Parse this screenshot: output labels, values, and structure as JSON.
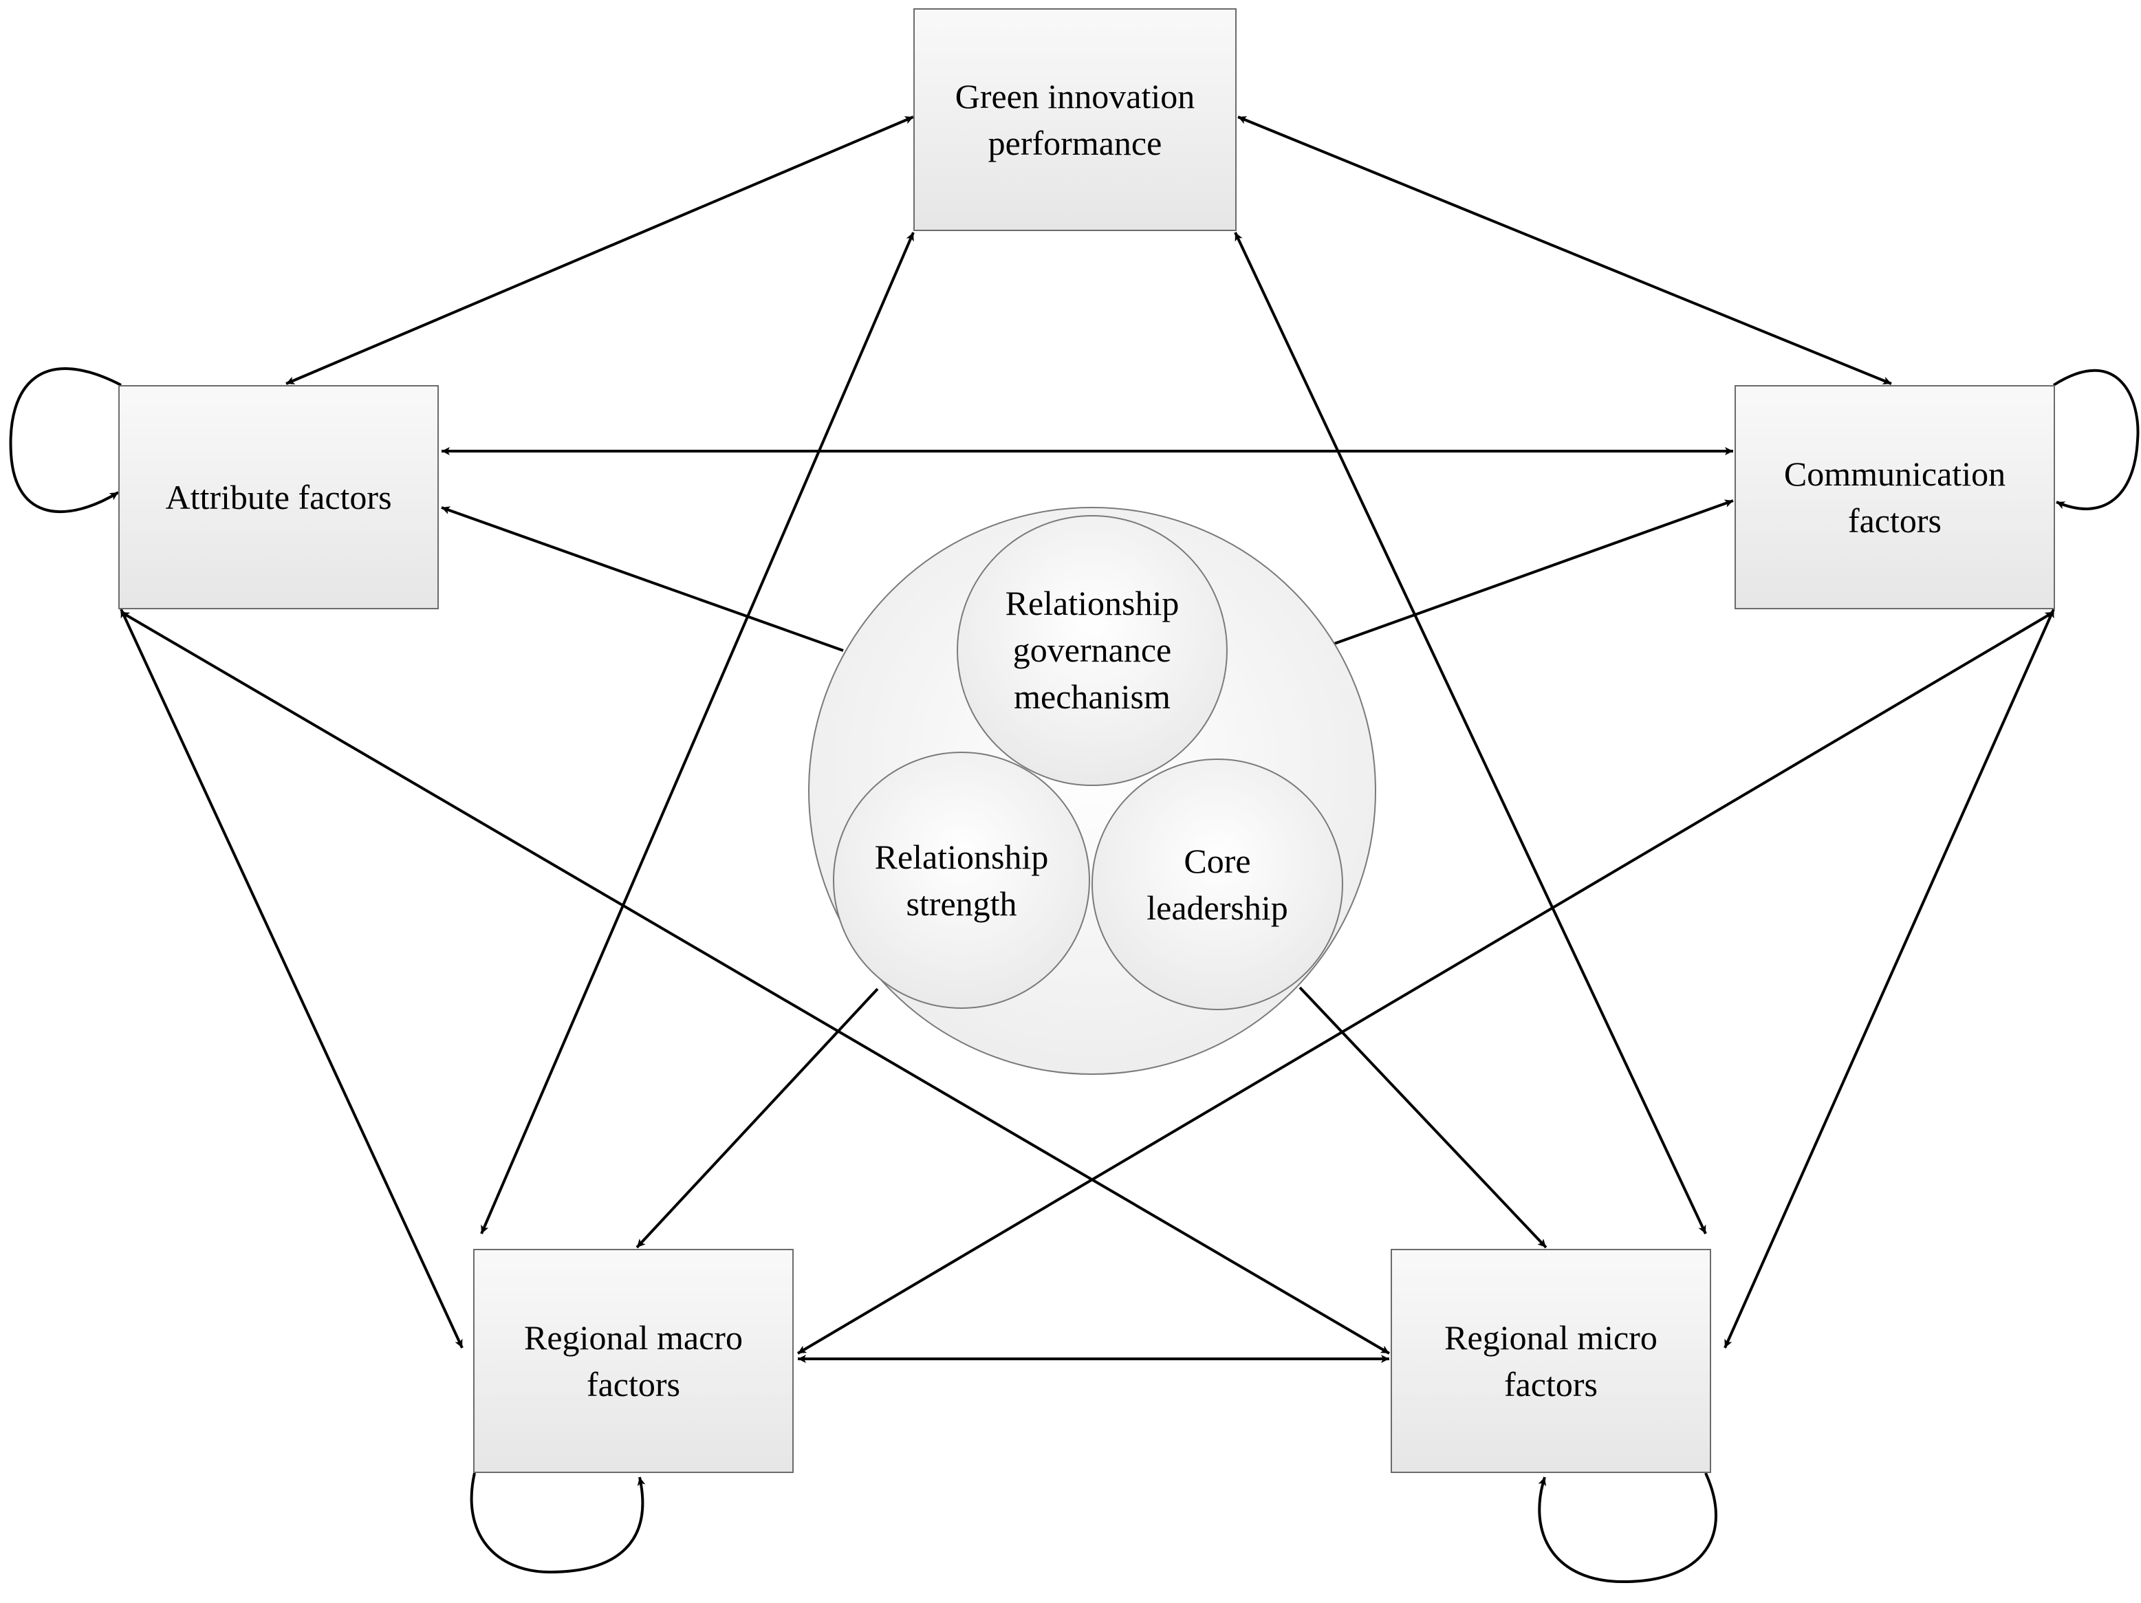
{
  "nodes": {
    "green_innovation": {
      "label": "Green innovation\nperformance"
    },
    "attribute": {
      "label": "Attribute factors"
    },
    "communication": {
      "label": "Communication\nfactors"
    },
    "regional_macro": {
      "label": "Regional macro\nfactors"
    },
    "regional_micro": {
      "label": "Regional micro\nfactors"
    }
  },
  "center": {
    "governance": {
      "label": "Relationship\ngovernance\nmechanism"
    },
    "strength": {
      "label": "Relationship\nstrength"
    },
    "leadership": {
      "label": "Core\nleadership"
    }
  },
  "colors": {
    "line": "#000000",
    "box_border": "#6b6b6b",
    "circle_border": "#7a7a7a"
  },
  "edges": [
    {
      "from": "attribute",
      "to": "green_innovation",
      "type": "bidirectional"
    },
    {
      "from": "green_innovation",
      "to": "communication",
      "type": "bidirectional"
    },
    {
      "from": "attribute",
      "to": "communication",
      "type": "bidirectional"
    },
    {
      "from": "regional_macro",
      "to": "regional_micro",
      "type": "bidirectional"
    },
    {
      "from": "attribute",
      "to": "regional_macro",
      "type": "bidirectional"
    },
    {
      "from": "communication",
      "to": "regional_micro",
      "type": "bidirectional"
    },
    {
      "from": "green_innovation",
      "to": "regional_macro",
      "type": "bidirectional"
    },
    {
      "from": "green_innovation",
      "to": "regional_micro",
      "type": "bidirectional"
    },
    {
      "from": "attribute",
      "to": "regional_micro",
      "type": "bidirectional"
    },
    {
      "from": "communication",
      "to": "regional_macro",
      "type": "bidirectional"
    },
    {
      "from": "center",
      "to": "attribute",
      "type": "directed"
    },
    {
      "from": "center",
      "to": "communication",
      "type": "directed"
    },
    {
      "from": "center",
      "to": "regional_macro",
      "type": "directed"
    },
    {
      "from": "center",
      "to": "regional_micro",
      "type": "directed"
    },
    {
      "from": "attribute",
      "to": "attribute",
      "type": "self-loop"
    },
    {
      "from": "communication",
      "to": "communication",
      "type": "self-loop"
    },
    {
      "from": "regional_macro",
      "to": "regional_macro",
      "type": "self-loop"
    },
    {
      "from": "regional_micro",
      "to": "regional_micro",
      "type": "self-loop"
    }
  ]
}
